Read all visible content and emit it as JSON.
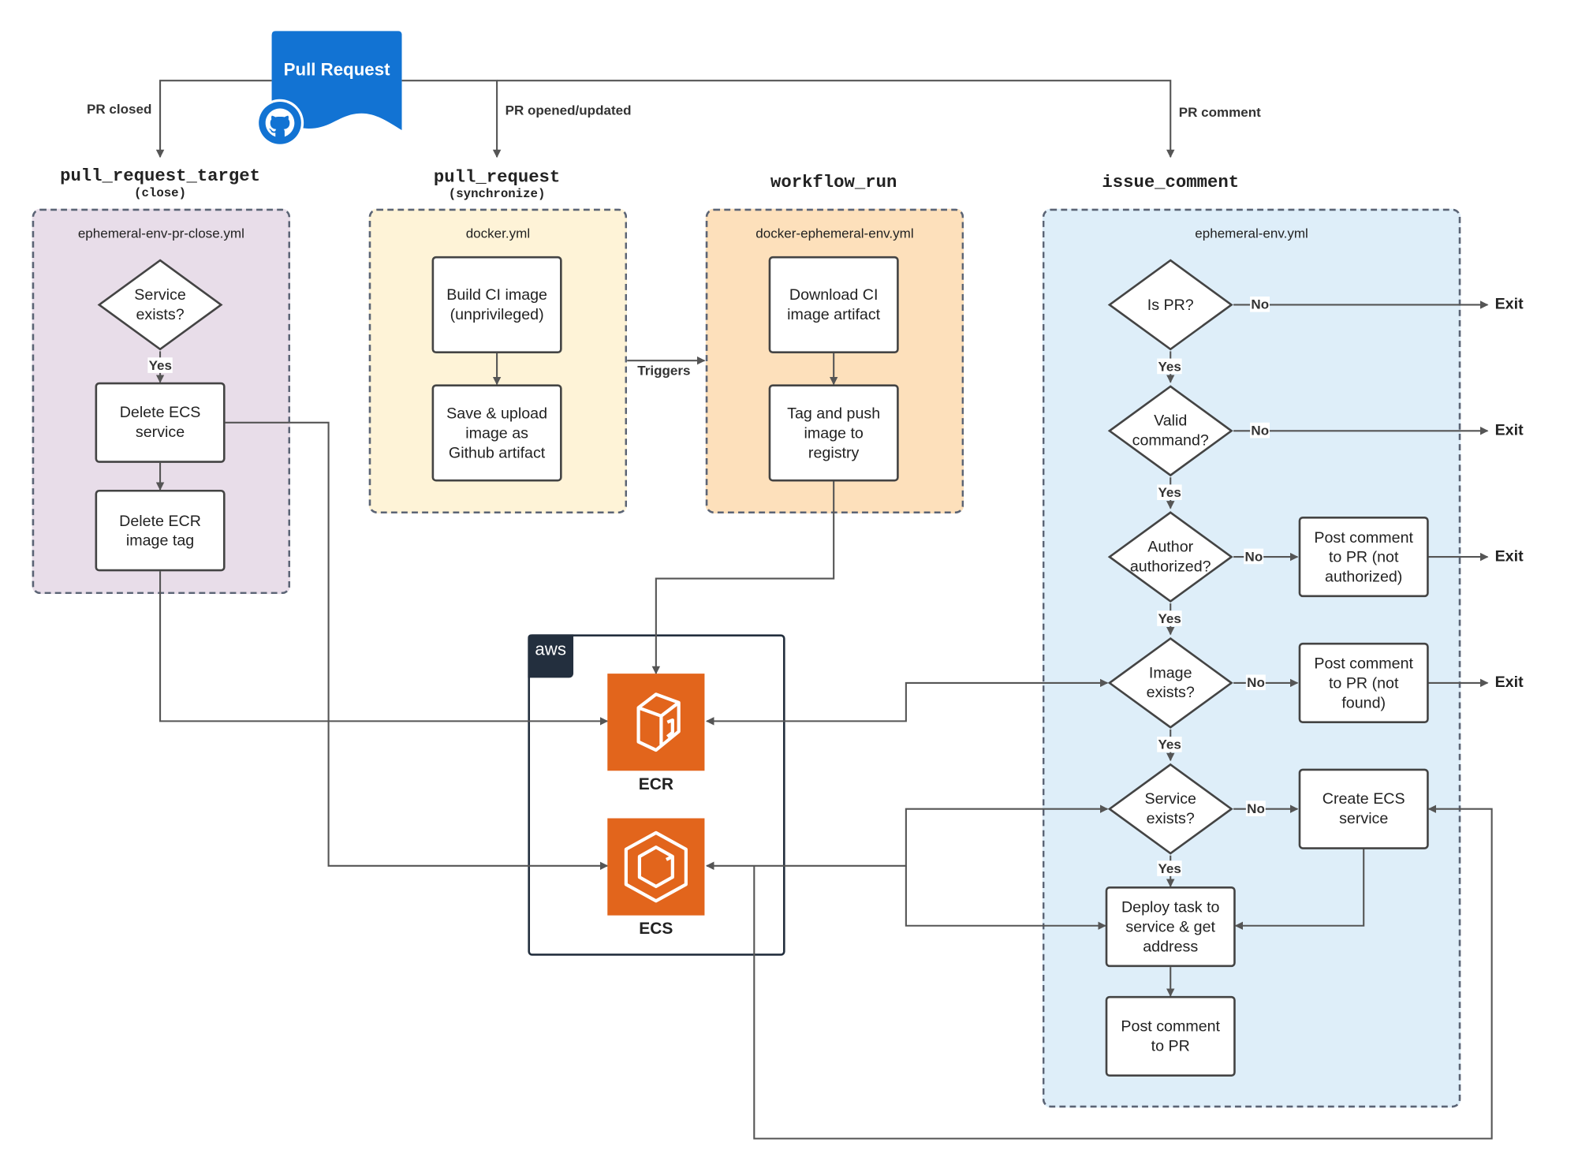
{
  "source": {
    "title": "Pull Request",
    "brand_color": "#1273d3",
    "icon": "github-icon"
  },
  "edge_labels": {
    "pr_closed": "PR closed",
    "pr_opened": "PR opened/updated",
    "pr_comment": "PR comment",
    "triggers": "Triggers",
    "yes": "Yes",
    "no": "No"
  },
  "exit_label": "Exit",
  "lanes": {
    "close": {
      "trigger": "pull_request_target",
      "trigger_sub": "(close)",
      "file": "ephemeral-env-pr-close.yml",
      "color": "#e8dde9",
      "service_exists": "Service\nexists?",
      "delete_ecs": "Delete ECS\nservice",
      "delete_ecr": "Delete ECR\nimage tag"
    },
    "docker": {
      "trigger": "pull_request",
      "trigger_sub": "(synchronize)",
      "file": "docker.yml",
      "color": "#fef3d7",
      "build": "Build CI image\n(unprivileged)",
      "save": "Save & upload\nimage as\nGithub artifact"
    },
    "workflow": {
      "trigger": "workflow_run",
      "file": "docker-ephemeral-env.yml",
      "color": "#fde0bb",
      "download": "Download CI\nimage artifact",
      "push": "Tag and push\nimage to\nregistry"
    },
    "issue": {
      "trigger": "issue_comment",
      "file": "ephemeral-env.yml",
      "color": "#deeef9",
      "is_pr": "Is PR?",
      "valid_cmd": "Valid\ncommand?",
      "author": "Author\nauthorized?",
      "image_exists": "Image\nexists?",
      "service_exists": "Service\nexists?",
      "post_not_auth": "Post comment\nto PR (not\nauthorized)",
      "post_not_found": "Post comment\nto PR (not\nfound)",
      "create_ecs": "Create ECS\nservice",
      "deploy": "Deploy task to\nservice & get\naddress",
      "post_comment": "Post comment\nto PR"
    }
  },
  "aws": {
    "logo": "aws",
    "accent": "#e2651c",
    "ecr_label": "ECR",
    "ecs_label": "ECS"
  }
}
